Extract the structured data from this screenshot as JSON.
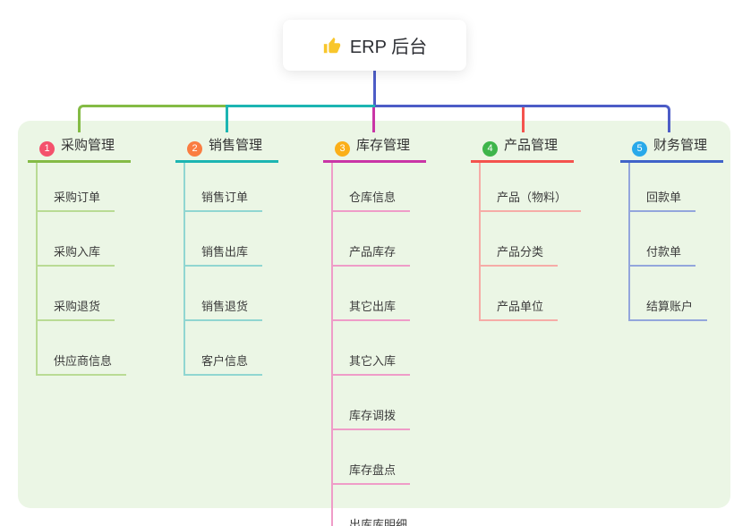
{
  "root": {
    "label": "ERP 后台",
    "icon": "thumbs-up"
  },
  "connector": {
    "root_color": "#4d5dc7"
  },
  "panel_color": "#ebf6e5",
  "branches": [
    {
      "num": "1",
      "label": "采购管理",
      "badge_color": "#f4516c",
      "line_color": "#84bb45",
      "light_color": "#b9db94",
      "children": [
        "采购订单",
        "采购入库",
        "采购退货",
        "供应商信息"
      ]
    },
    {
      "num": "2",
      "label": "销售管理",
      "badge_color": "#fa7d41",
      "line_color": "#1cb5b2",
      "light_color": "#90d6d1",
      "children": [
        "销售订单",
        "销售出库",
        "销售退货",
        "客户信息"
      ]
    },
    {
      "num": "3",
      "label": "库存管理",
      "badge_color": "#fbaf19",
      "line_color": "#c935a6",
      "light_color": "#ef9cc8",
      "children": [
        "仓库信息",
        "产品库存",
        "其它出库",
        "其它入库",
        "库存调拨",
        "库存盘点",
        "出库库明细"
      ]
    },
    {
      "num": "4",
      "label": "产品管理",
      "badge_color": "#3eb54a",
      "line_color": "#f4534e",
      "light_color": "#f6aca7",
      "children": [
        "产品（物料）",
        "产品分类",
        "产品单位"
      ]
    },
    {
      "num": "5",
      "label": "财务管理",
      "badge_color": "#29a9ea",
      "line_color": "#3f63c9",
      "light_color": "#93a6dc",
      "children": [
        "回款单",
        "付款单",
        "结算账户"
      ]
    }
  ]
}
